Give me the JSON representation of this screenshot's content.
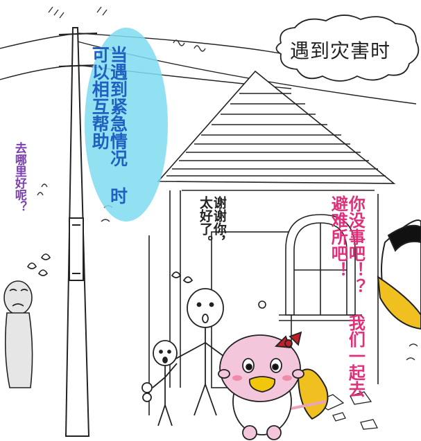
{
  "title": "遇到灾害时",
  "caption": {
    "lines": [
      "当遇到紧急情况",
      "时可以相互帮助"
    ]
  },
  "worry_bubble": "去哪里好呢？",
  "thanks_bubble": {
    "lines": [
      "谢谢你，",
      "太好了。"
    ]
  },
  "offer_bubble": {
    "lines": [
      "你没事吧！？",
      "我们一起去避难所吧！"
    ]
  },
  "colors": {
    "caption_text": "#2060c0",
    "caption_glow": "#7fdcf0",
    "worry_text": "#7b3fb0",
    "offer_text": "#e0307a",
    "mascot_body": "#f4c6dc",
    "mascot_bill": "#f2c60a",
    "mascot_bow": "#c0202a",
    "girl_hair": "#f0c020",
    "rope_color": "#e9a4b8"
  }
}
